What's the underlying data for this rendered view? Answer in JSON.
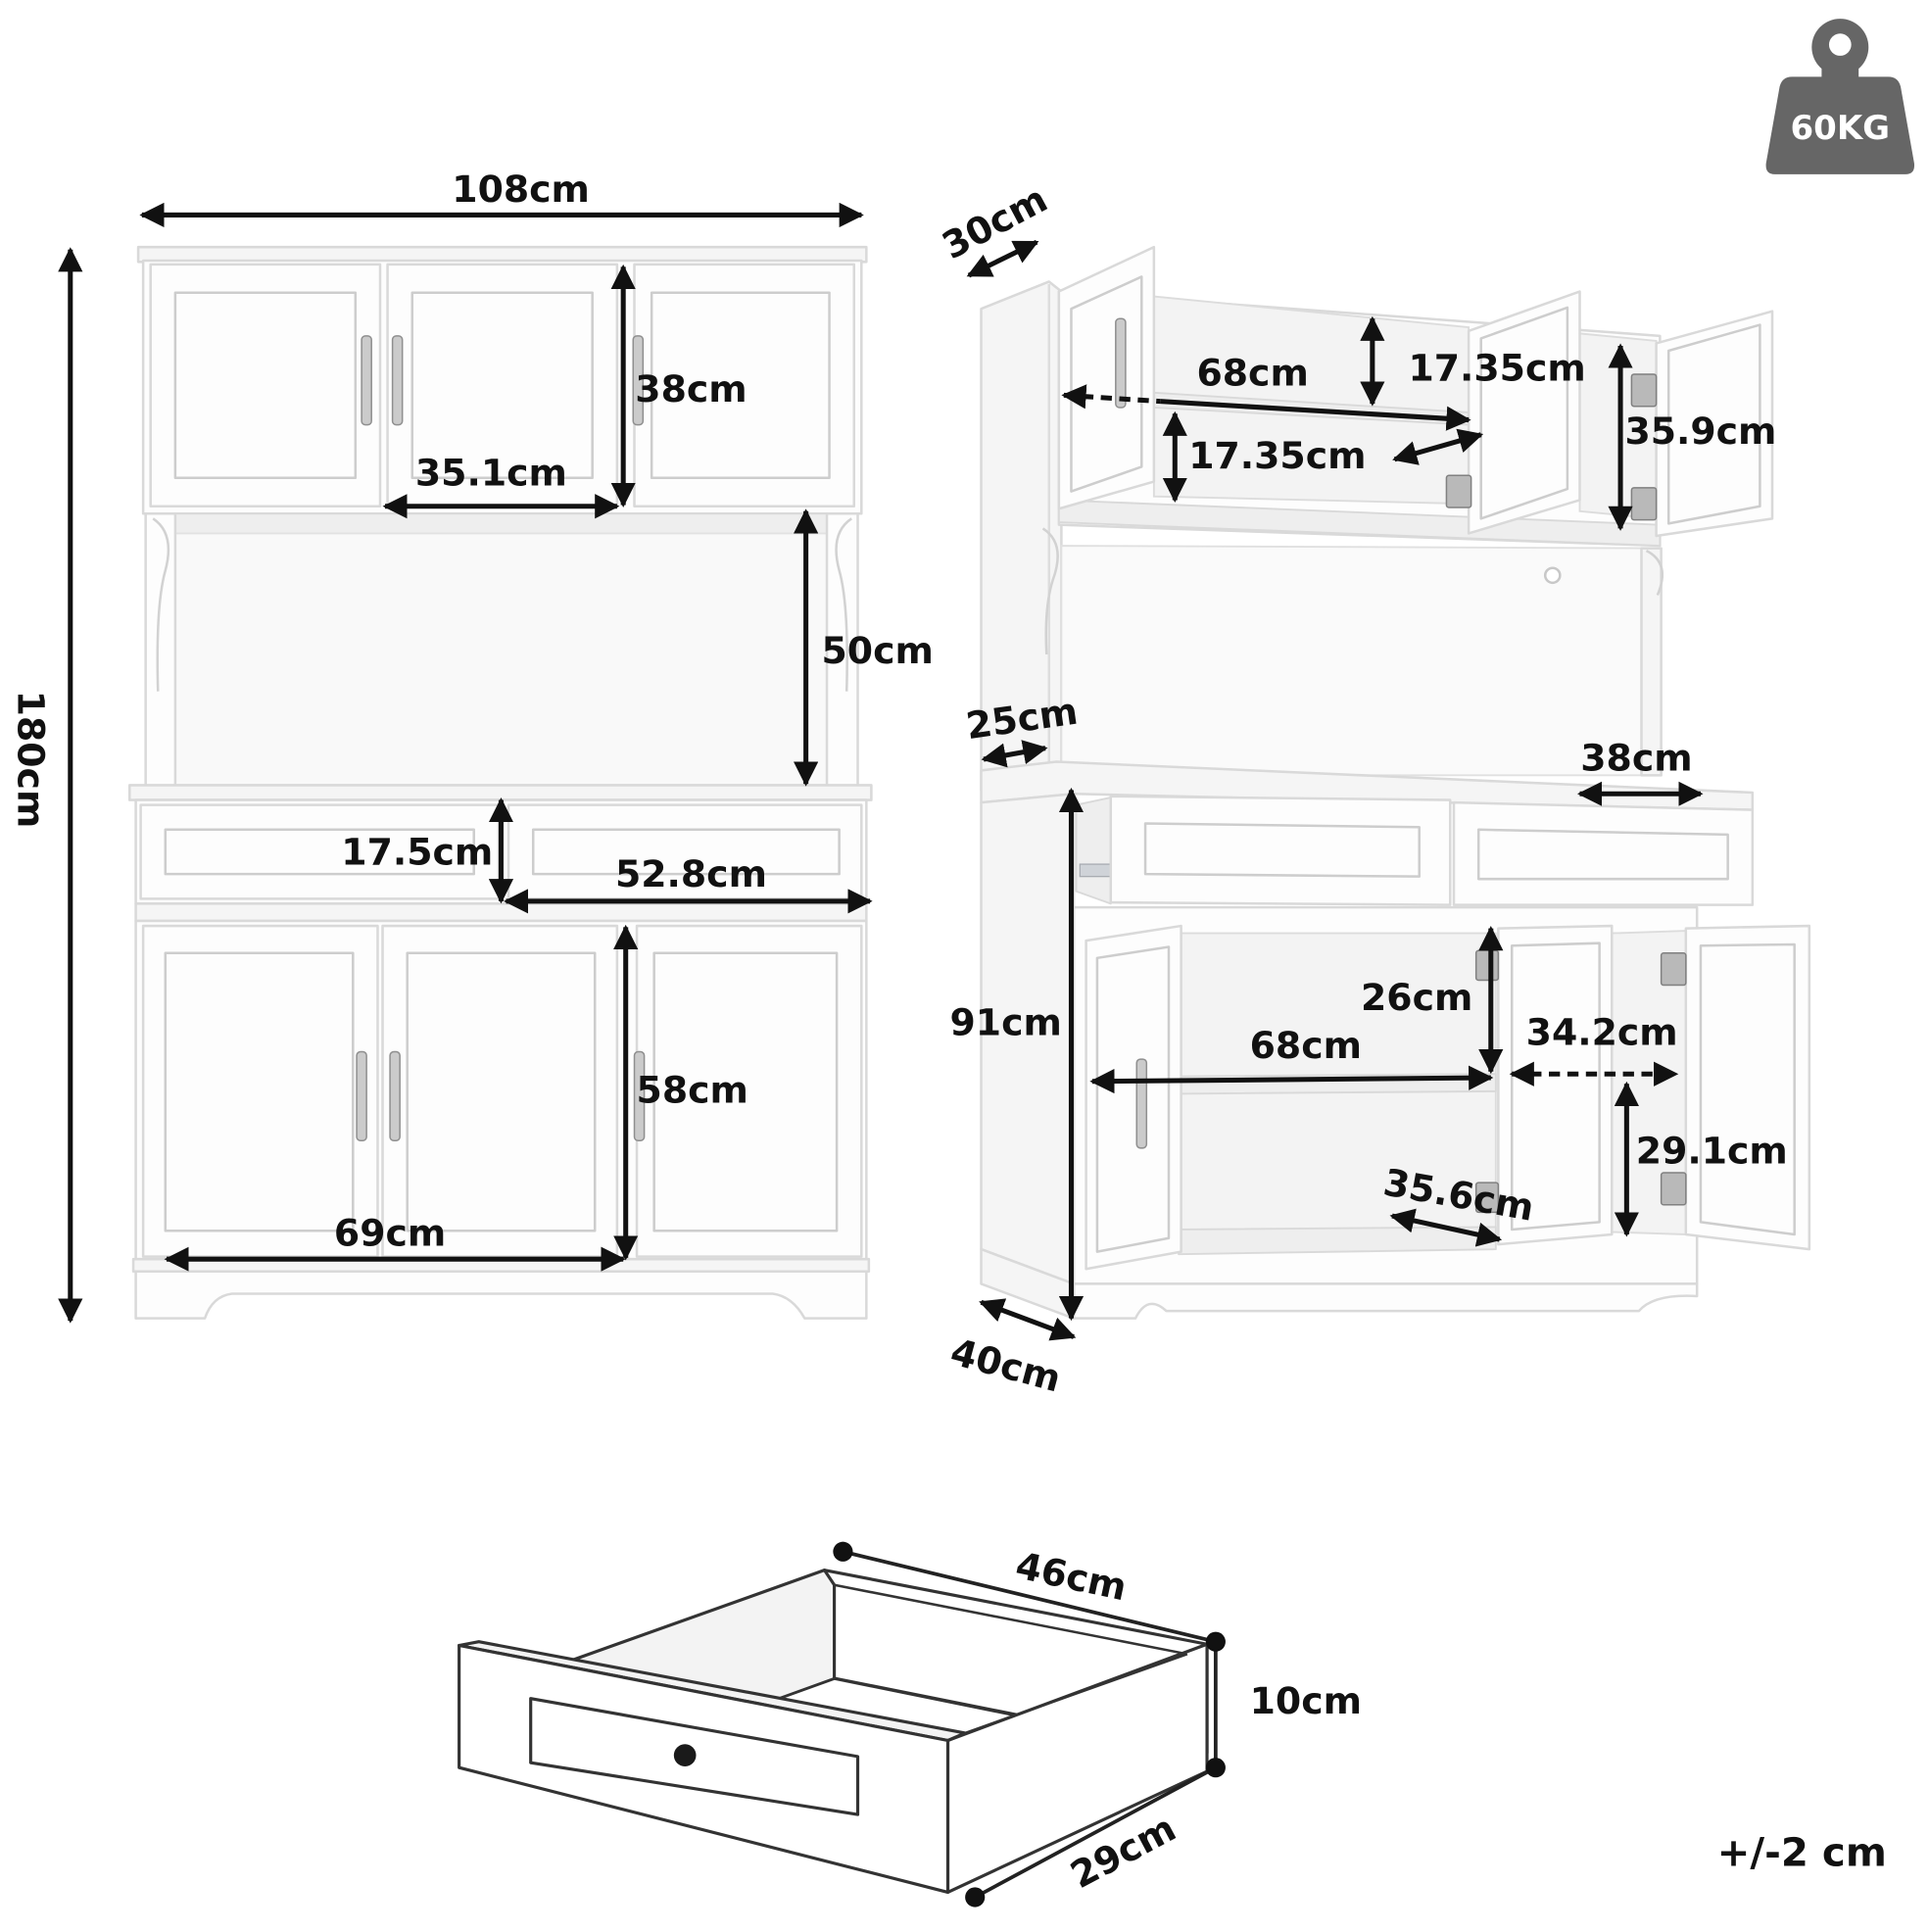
{
  "weight_badge": {
    "icon": "weight-icon",
    "label": "60KG"
  },
  "front_view": {
    "total_width": "108cm",
    "total_height": "180cm",
    "upper_door_height": "38cm",
    "upper_door_width": "35.1cm",
    "open_shelf_height": "50cm",
    "drawer_height": "17.5cm",
    "drawer_width": "52.8cm",
    "lower_door_height": "58cm",
    "lower_interior_width": "69cm"
  },
  "open_view": {
    "upper_depth": "30cm",
    "upper_interior_width": "68cm",
    "upper_shelf_gap_top": "17.35cm",
    "upper_shelf_gap_bottom": "17.35cm",
    "upper_right_height": "35.9cm",
    "counter_depth": "25cm",
    "drawer_width": "38cm",
    "lower_height": "91cm",
    "lower_shelf_gap": "26cm",
    "lower_right_width": "34.2cm",
    "lower_interior_width": "68cm",
    "lower_right_height": "29.1cm",
    "lower_interior_depth": "35.6cm",
    "lower_depth": "40cm"
  },
  "drawer_view": {
    "length": "46cm",
    "height": "10cm",
    "width": "29cm"
  },
  "tolerance": "+/-2 cm",
  "colors": {
    "ink": "#111111",
    "panel": "#fdfdfd",
    "edge": "#d9d9d9",
    "badge": "#666666",
    "badge_text": "#ffffff"
  }
}
